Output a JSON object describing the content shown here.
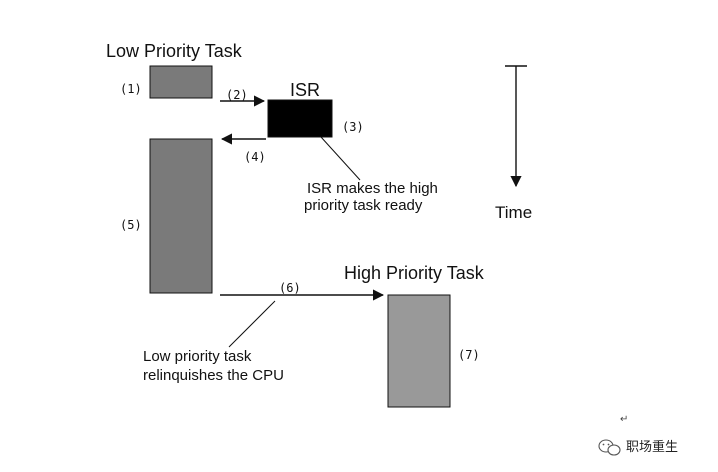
{
  "titles": {
    "low_task": "Low Priority Task",
    "isr": "ISR",
    "high_task": "High Priority Task"
  },
  "steps": {
    "s1": "(1)",
    "s2": "(2)",
    "s3": "(3)",
    "s4": "(4)",
    "s5": "(5)",
    "s6": "(6)",
    "s7": "(7)"
  },
  "notes": {
    "isr_note_line1": "ISR makes the high",
    "isr_note_line2": "priority task ready",
    "low_note_line1": "Low priority task",
    "low_note_line2": "relinquishes the CPU"
  },
  "time_label": "Time",
  "watermark": {
    "return_mark": "↵",
    "text": "职场重生"
  },
  "colors": {
    "low_task_fill": "#7a7a7a",
    "isr_fill": "#000000",
    "high_task_fill": "#999999",
    "stroke": "#111111"
  }
}
